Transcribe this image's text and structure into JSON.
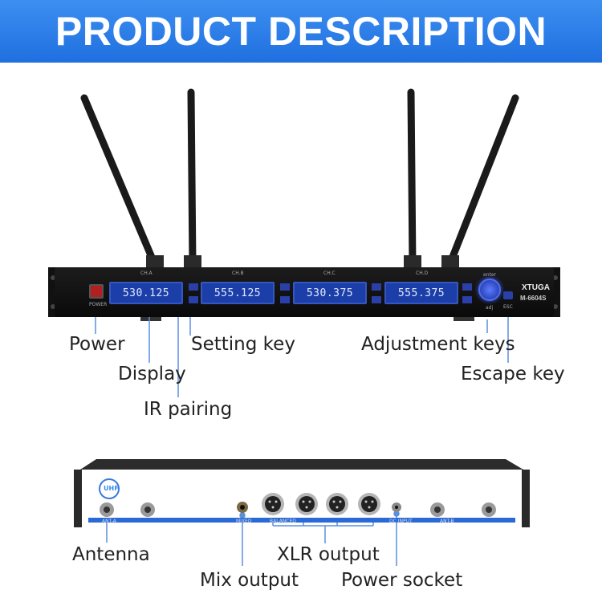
{
  "header": {
    "title": "PRODUCT DESCRIPTION"
  },
  "front": {
    "brand": "XTUGA",
    "model": "M-6604S",
    "power_text": "POWER",
    "channels": [
      {
        "name": "CH.A",
        "freq": "530.125"
      },
      {
        "name": "CH.B",
        "freq": "555.125"
      },
      {
        "name": "CH.C",
        "freq": "530.375"
      },
      {
        "name": "CH.D",
        "freq": "555.375"
      }
    ],
    "adj_text": "adj",
    "enter_text": "enter",
    "esc_text": "ESC"
  },
  "rear": {
    "uhf_text": "UHF",
    "ant_a": "ANT-A",
    "ant_b": "ANT-B",
    "mixed_text": "MIXED",
    "balanced_text": "BALANCED",
    "dc_input": "DC INPUT"
  },
  "callouts": {
    "power": "Power",
    "display": "Display",
    "setting_key": "Setting key",
    "ir_pairing": "IR pairing",
    "adjustment_keys": "Adjustment keys",
    "escape_key": "Escape key",
    "antenna": "Antenna",
    "xlr_output": "XLR output",
    "mix_output": "Mix output",
    "power_socket": "Power socket"
  },
  "colors": {
    "banner": "#2a7de8",
    "callout_line": "#5a8fe0",
    "lcd": "#1c3ea8"
  }
}
